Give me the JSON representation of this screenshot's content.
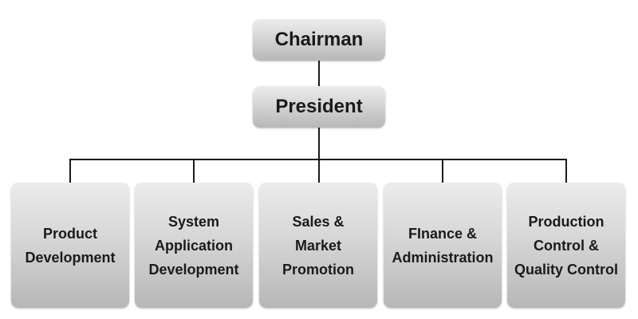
{
  "org_chart": {
    "chairman": {
      "label": "Chairman"
    },
    "president": {
      "label": "President"
    },
    "departments": [
      {
        "label": "Product\nDevelopment"
      },
      {
        "label": "System\nApplication\nDevelopment"
      },
      {
        "label": "Sales &\nMarket\nPromotion"
      },
      {
        "label": "FInance &\nAdministration"
      },
      {
        "label": "Production\nControl &\nQuality Control"
      }
    ]
  }
}
